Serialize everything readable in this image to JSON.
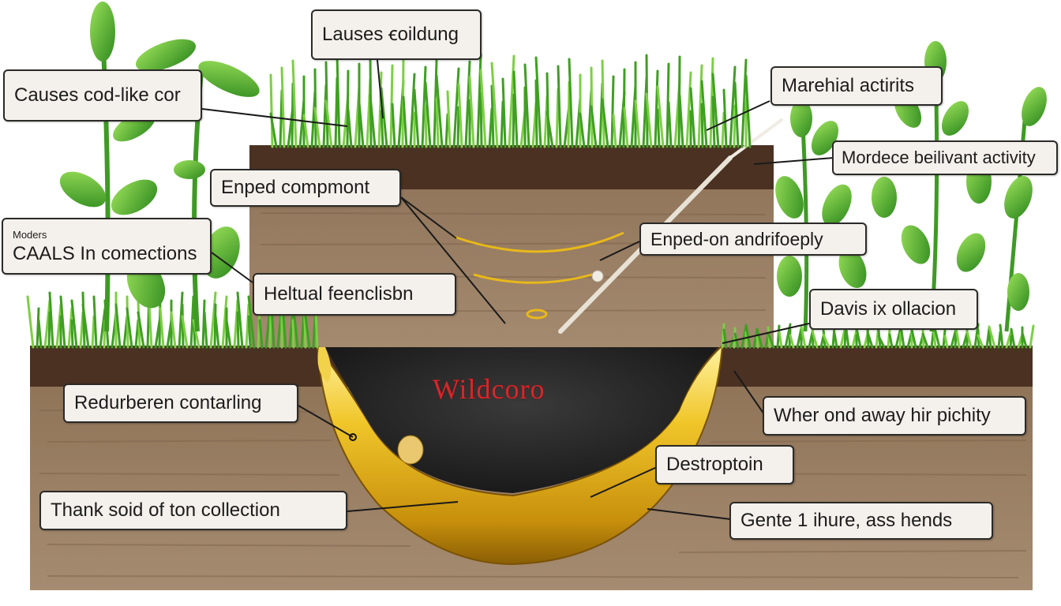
{
  "labels": {
    "lauses_building": "Lauses ꞓoildung",
    "causes_cod": "Causes cod-like cor",
    "marehial": "Marehial actirits",
    "mordece": "Mordece beilivant activity",
    "enped_compmont": "Enped compmont",
    "enped_on": "Enped-on andrifoeply",
    "moders": "Moders",
    "caals": "CAALS In comections",
    "heltual": "Heltual feenclisbn",
    "davis": "Davis ix ollacion",
    "redurberen": "Redurberen contarling",
    "wher_ond": "Wher ond away hir pichity",
    "destroptoin": "Destroptoin",
    "thank_soid": "Thank soid of ton collection",
    "gente": "Gente 1 ihure, ass hends"
  },
  "center_text": "Wildcoro",
  "colors": {
    "grass": "#4caf2a",
    "soil_dark": "#4a3122",
    "soil_light": "#9b7f63",
    "pit": "#2c2c2c",
    "gold": "#e2b418",
    "center_text": "#d8262a"
  }
}
